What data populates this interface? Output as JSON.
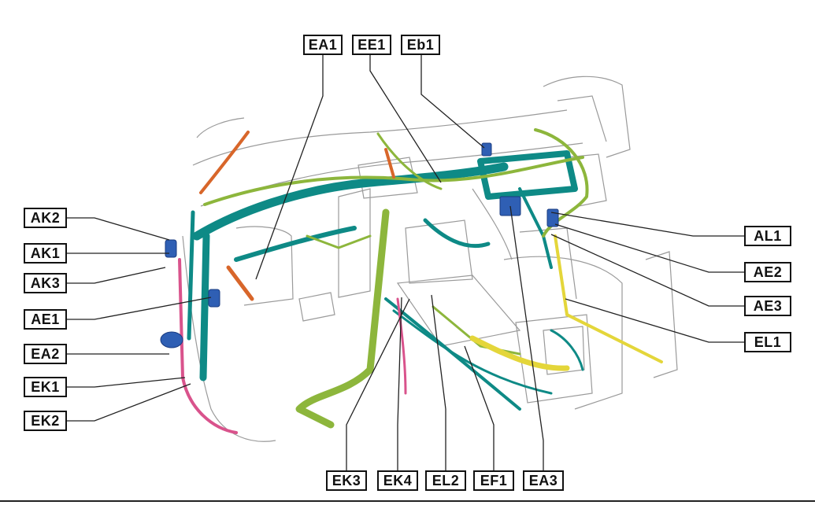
{
  "diagram": {
    "labels": {
      "ea1": "EA1",
      "ee1": "EE1",
      "eb1": "Eb1",
      "ak2": "AK2",
      "ak1": "AK1",
      "ak3": "AK3",
      "ae1": "AE1",
      "ea2": "EA2",
      "ek1": "EK1",
      "ek2": "EK2",
      "al1": "AL1",
      "ae2": "AE2",
      "ae3": "AE3",
      "el1": "EL1",
      "ek3": "EK3",
      "ek4": "EK4",
      "el2": "EL2",
      "ef1": "EF1",
      "ea3": "EA3"
    },
    "colors": {
      "teal_harness": "#0e8a86",
      "green_harness": "#8db63c",
      "yellow_harness": "#e4d63a",
      "pink_harness": "#d9538c",
      "orange_harness": "#d8662a",
      "blue_connector": "#2f5fb4",
      "outline": "#9a9a9a"
    }
  }
}
